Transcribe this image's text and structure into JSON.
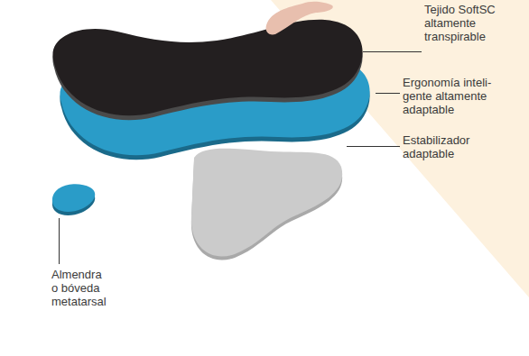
{
  "diagram": {
    "labels": [
      "Tejido SoftSC altamente transpirable",
      "Ergonomía inteli- gente altamente adaptable",
      "Estabilizador adaptable",
      "Almendra o bóveda metatarsal"
    ]
  }
}
